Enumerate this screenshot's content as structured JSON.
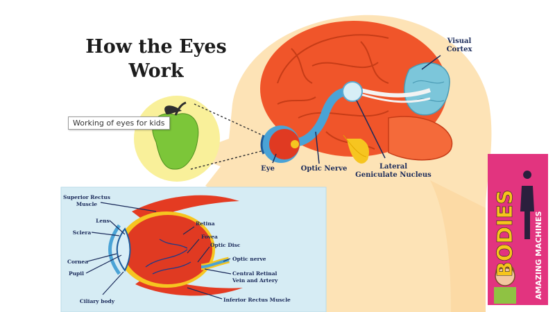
{
  "title_line1": "How the Eyes",
  "title_line2": "Work",
  "tooltip": "Working of eyes for kids",
  "labels": {
    "visual_cortex_1": "Visual",
    "visual_cortex_2": "Cortex",
    "eye": "Eye",
    "optic_nerve": "Optic Nerve",
    "lgn_1": "Lateral",
    "lgn_2": "Geniculate Nucleus"
  },
  "inset_labels": {
    "superior_1": "Superior Rectus",
    "superior_2": "Muscle",
    "lens": "Lens",
    "sclera": "Sclera",
    "cornea": "Cornea",
    "pupil": "Pupil",
    "ciliary": "Ciliary body",
    "retina": "Retina",
    "fovea": "Fovea",
    "optic_disc": "Optic Disc",
    "optic_nerve_small": "Optic nerve",
    "central_1": "Central Retinal",
    "central_2": "Vein and Artery",
    "inferior": "Inferior Rectus Muscle"
  },
  "book": {
    "title": "BODIES",
    "subtitle": "AMAZING MACHINES"
  },
  "colors": {
    "skin": "#fde3b6",
    "brain": "#f0552a",
    "cortex": "#7cc6da",
    "apple": "#7cc639",
    "book_bg": "#e2347f",
    "book_title": "#f6c51c",
    "inset_bg": "#d6ecf4"
  }
}
